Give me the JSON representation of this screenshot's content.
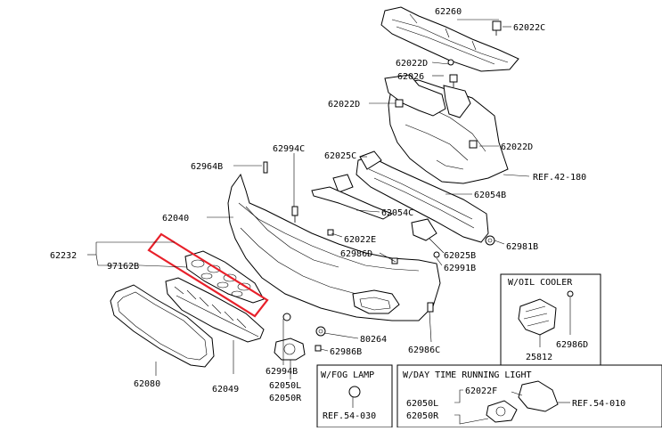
{
  "callouts": {
    "c62260": "62260",
    "c62022C": "62022C",
    "c62022D_a": "62022D",
    "c62026": "62026",
    "c62022D_b": "62022D",
    "c62022D_c": "62022D",
    "ref42180": "REF.42-180",
    "c62994C": "62994C",
    "c62964B": "62964B",
    "c62025C": "62025C",
    "c62054B": "62054B",
    "c62040": "62040",
    "c62054C": "62054C",
    "c62022E": "62022E",
    "c62232": "62232",
    "c97162B": "97162B",
    "c62986D_a": "62986D",
    "c62025B": "62025B",
    "c62981B": "62981B",
    "c62991B": "62991B",
    "c80264": "80264",
    "c62986B": "62986B",
    "c62986C": "62986C",
    "c62994B": "62994B",
    "c62080": "62080",
    "c62049": "62049",
    "c62050L_a": "62050L",
    "c62050R_a": "62050R"
  },
  "oil_cooler": {
    "title": "W/OIL COOLER",
    "part_a": "62986D",
    "part_b": "25812"
  },
  "fog_lamp": {
    "title": "W/FOG LAMP",
    "ref": "REF.54-030"
  },
  "day_light": {
    "title": "W/DAY TIME RUNNING LIGHT",
    "part_a": "62022F",
    "ref": "REF.54-010",
    "part_l": "62050L",
    "part_r": "62050R"
  },
  "highlight_color": "#e8202a"
}
